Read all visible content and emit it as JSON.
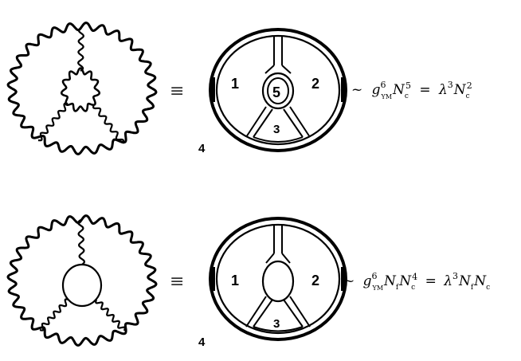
{
  "rows": [
    {
      "region_labels": {
        "r1": "1",
        "r2": "2",
        "r3": "3",
        "r4": "4",
        "r5": "5"
      },
      "equiv_symbol": "≡",
      "formula": {
        "sim": "~",
        "g": "g",
        "g_sup": "6",
        "g_sub": "YM",
        "n1": "N",
        "n1_sub": "c",
        "n1_sup": "5",
        "eq": "=",
        "lambda": "λ",
        "lambda_sup": "3",
        "n2": "N",
        "n2_sub": "c",
        "n2_sup": "2"
      }
    },
    {
      "region_labels": {
        "r1": "1",
        "r2": "2",
        "r3": "3",
        "r4": "4"
      },
      "equiv_symbol": "≡",
      "formula": {
        "sim": "~",
        "g": "g",
        "g_sup": "6",
        "g_sub": "YM",
        "nf": "N",
        "nf_sub": "f",
        "nc": "N",
        "nc_sub": "c",
        "nc_sup": "4",
        "eq": "=",
        "lambda": "λ",
        "lambda_sup": "3",
        "nf2": "N",
        "nf2_sub": "f",
        "nc2": "N",
        "nc2_sub": "c"
      }
    }
  ]
}
